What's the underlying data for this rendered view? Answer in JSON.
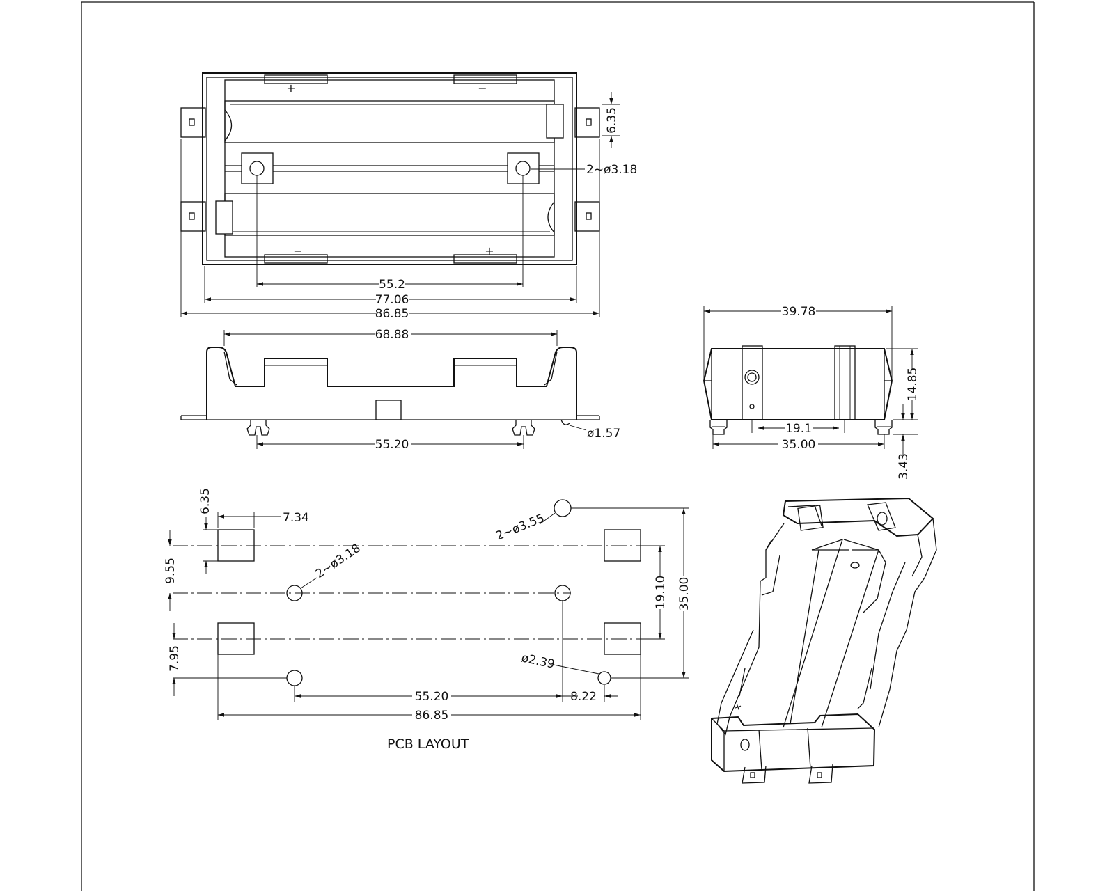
{
  "top_view": {
    "plus_top": "+",
    "minus_top": "−",
    "minus_bottom": "−",
    "plus_bottom": "+",
    "dim_6_35": "6.35",
    "dim_hole": "2~ø3.18",
    "dim_55_2": "55.2",
    "dim_77_06": "77.06",
    "dim_86_85": "86.85"
  },
  "front_view": {
    "dim_68_88": "68.88",
    "dim_55_20": "55.20",
    "dim_pin": "ø1.57"
  },
  "side_view": {
    "dim_39_78": "39.78",
    "dim_14_85": "14.85",
    "dim_19_1": "19.1",
    "dim_35_00": "35.00",
    "dim_3_43": "3.43"
  },
  "pcb_layout": {
    "title": "PCB LAYOUT",
    "dim_6_35": "6.35",
    "dim_7_34": "7.34",
    "dim_9_55": "9.55",
    "dim_7_95": "7.95",
    "dim_hole_small": "2~ø3.18",
    "dim_hole_large": "2~ø3.55",
    "dim_19_10": "19.10",
    "dim_35_00": "35.00",
    "dim_2_39": "ø2.39",
    "dim_55_20": "55.20",
    "dim_8_22": "8.22",
    "dim_86_85": "86.85"
  },
  "isometric": {
    "plus_mark": "+"
  }
}
